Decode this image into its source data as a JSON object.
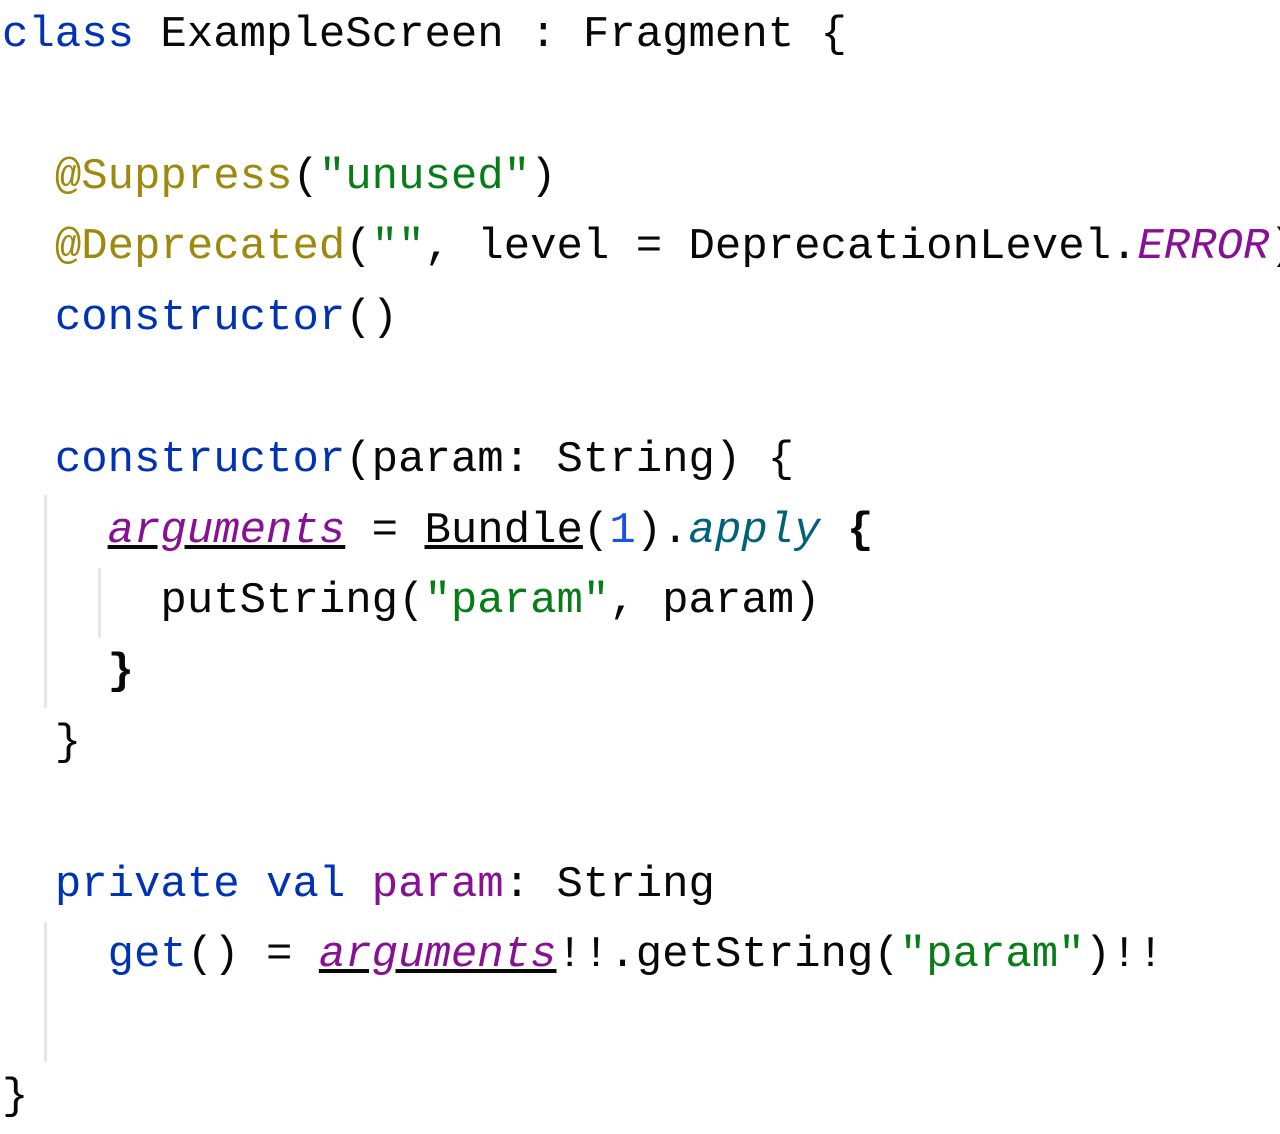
{
  "code_lines": [
    [
      {
        "t": "class",
        "k": "kw"
      },
      {
        "t": " ExampleScreen : Fragment {",
        "k": ""
      }
    ],
    [],
    [
      {
        "t": "  ",
        "k": ""
      },
      {
        "t": "@Suppress",
        "k": "ann"
      },
      {
        "t": "(",
        "k": ""
      },
      {
        "t": "\"unused\"",
        "k": "str"
      },
      {
        "t": ")",
        "k": ""
      }
    ],
    [
      {
        "t": "  ",
        "k": ""
      },
      {
        "t": "@Deprecated",
        "k": "ann"
      },
      {
        "t": "(",
        "k": ""
      },
      {
        "t": "\"\"",
        "k": "str"
      },
      {
        "t": ", level = DeprecationLevel.",
        "k": ""
      },
      {
        "t": "ERROR",
        "k": "enum"
      },
      {
        "t": ")",
        "k": ""
      }
    ],
    [
      {
        "t": "  ",
        "k": ""
      },
      {
        "t": "constructor",
        "k": "kw"
      },
      {
        "t": "()",
        "k": ""
      }
    ],
    [],
    [
      {
        "t": "  ",
        "k": ""
      },
      {
        "t": "constructor",
        "k": "kw"
      },
      {
        "t": "(param: String) {",
        "k": ""
      }
    ],
    [
      {
        "t": "    ",
        "k": ""
      },
      {
        "t": "arguments",
        "k": "propi"
      },
      {
        "t": " = ",
        "k": ""
      },
      {
        "t": "Bundle",
        "k": "ul"
      },
      {
        "t": "(",
        "k": ""
      },
      {
        "t": "1",
        "k": "num"
      },
      {
        "t": ").",
        "k": ""
      },
      {
        "t": "apply",
        "k": "ext"
      },
      {
        "t": " ",
        "k": ""
      },
      {
        "t": "{",
        "k": "bold"
      }
    ],
    [
      {
        "t": "      putString(",
        "k": ""
      },
      {
        "t": "\"param\"",
        "k": "str"
      },
      {
        "t": ", param)",
        "k": ""
      }
    ],
    [
      {
        "t": "    ",
        "k": ""
      },
      {
        "t": "}",
        "k": "bold"
      }
    ],
    [
      {
        "t": "  }",
        "k": ""
      }
    ],
    [],
    [
      {
        "t": "  ",
        "k": ""
      },
      {
        "t": "private val",
        "k": "kw"
      },
      {
        "t": " ",
        "k": ""
      },
      {
        "t": "param",
        "k": "prop"
      },
      {
        "t": ": String",
        "k": ""
      }
    ],
    [
      {
        "t": "    ",
        "k": ""
      },
      {
        "t": "get",
        "k": "kw"
      },
      {
        "t": "() = ",
        "k": ""
      },
      {
        "t": "arguments",
        "k": "propi"
      },
      {
        "t": "!!.getString(",
        "k": ""
      },
      {
        "t": "\"param\"",
        "k": "str"
      },
      {
        "t": ")!!",
        "k": ""
      }
    ],
    [],
    [
      {
        "t": "}",
        "k": ""
      }
    ]
  ]
}
